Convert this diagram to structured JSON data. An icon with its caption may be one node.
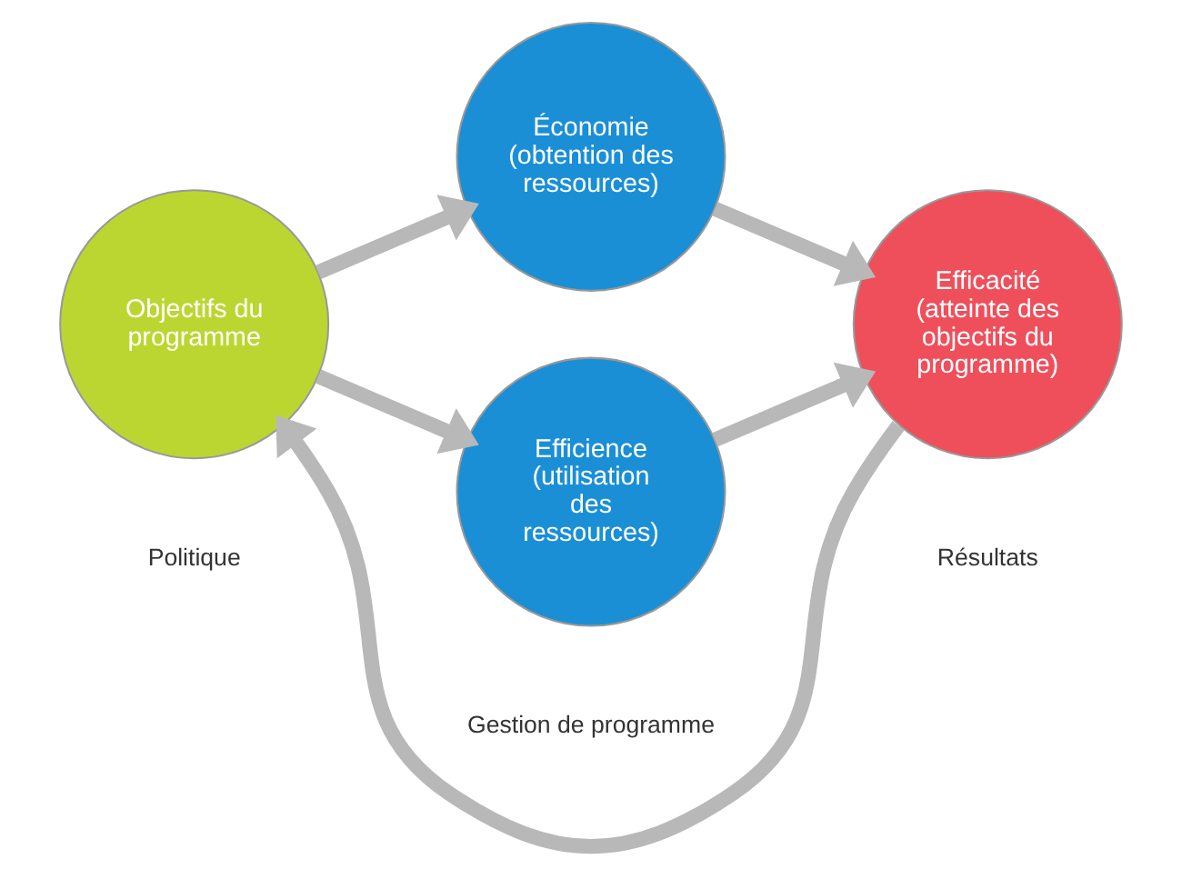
{
  "diagram": {
    "nodes": [
      {
        "text": [
          "Objectifs du programme"
        ]
      },
      {
        "text": [
          "Économie",
          "(obtention des ressources)"
        ]
      },
      {
        "text": [
          "Efficience",
          "(utilisation des ressources)"
        ]
      },
      {
        "text": [
          "Efficacité",
          "(atteinte des objectifs du programme)"
        ]
      }
    ],
    "edges": [
      {
        "from": 0,
        "to": 1,
        "arrow": "to"
      },
      {
        "from": 0,
        "to": 2,
        "arrow": "to"
      },
      {
        "from": 1,
        "to": 3,
        "arrow": "to"
      },
      {
        "from": 2,
        "to": 3,
        "arrow": "to"
      },
      {
        "from": 3,
        "to": 0,
        "arrow": "to"
      }
    ],
    "labels": [
      "Politique",
      "Gestion de programme",
      "Résultats"
    ]
  }
}
